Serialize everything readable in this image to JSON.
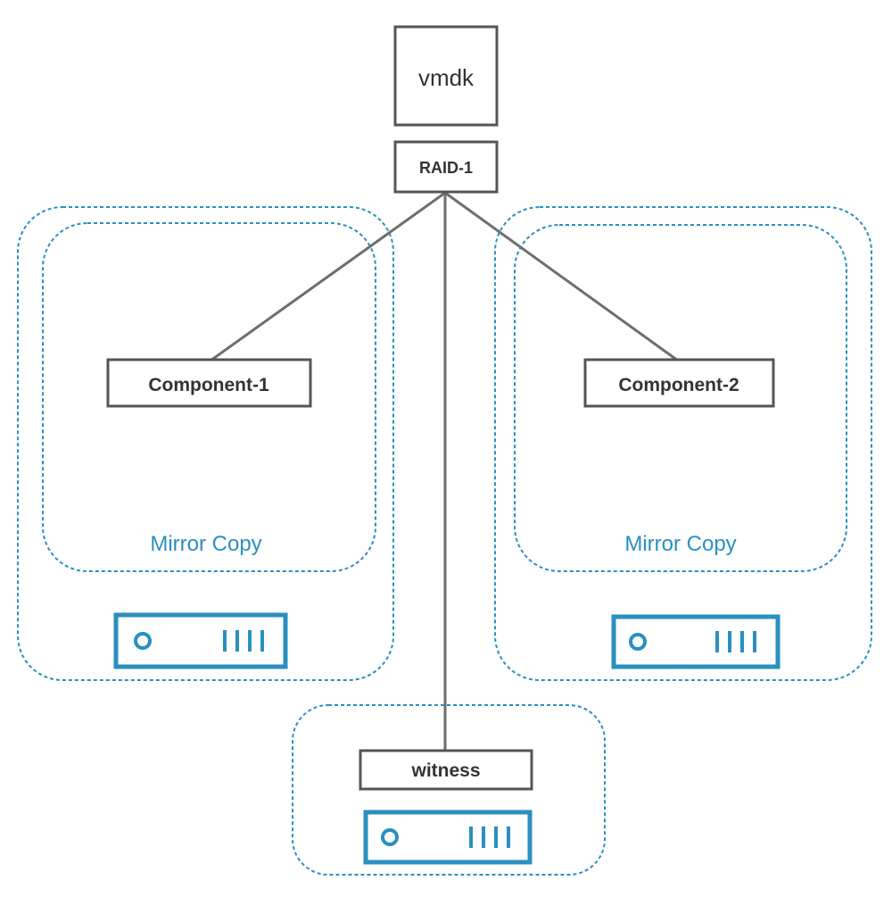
{
  "colors": {
    "accent": "#2a8fc1",
    "line": "#6e6e6e",
    "box_border": "#555555",
    "text": "#333333"
  },
  "nodes": {
    "vmdk": "vmdk",
    "raid": "RAID-1",
    "component1": "Component-1",
    "component2": "Component-2",
    "witness": "witness"
  },
  "groups": {
    "left": {
      "label": "Mirror Copy",
      "icon": "server-icon"
    },
    "right": {
      "label": "Mirror Copy",
      "icon": "server-icon"
    },
    "bottom": {
      "icon": "server-icon"
    }
  }
}
